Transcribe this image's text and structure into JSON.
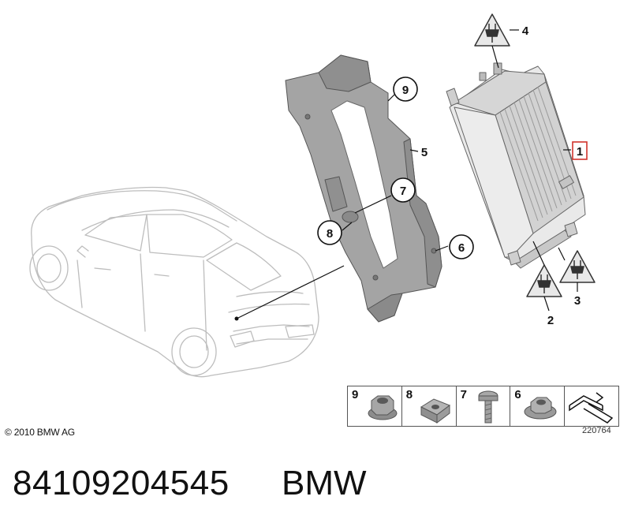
{
  "copyright": "© 2010 BMW AG",
  "reference_number": "220764",
  "part_number": "84109204545",
  "brand": "BMW",
  "callouts": {
    "c1": "1",
    "c2": "2",
    "c3": "3",
    "c4": "4",
    "c5": "5",
    "c6": "6",
    "c7": "7",
    "c8": "8",
    "c9": "9"
  },
  "legend": [
    {
      "number": "9",
      "icon": "hex-nut-icon"
    },
    {
      "number": "8",
      "icon": "clip-nut-icon"
    },
    {
      "number": "7",
      "icon": "screw-icon"
    },
    {
      "number": "6",
      "icon": "flange-nut-icon"
    },
    {
      "number": "",
      "icon": "mat-symbol-icon"
    }
  ],
  "colors": {
    "highlight": "#d0342c",
    "bracket": "#9a9a9a",
    "module": "#e6e6e6"
  }
}
